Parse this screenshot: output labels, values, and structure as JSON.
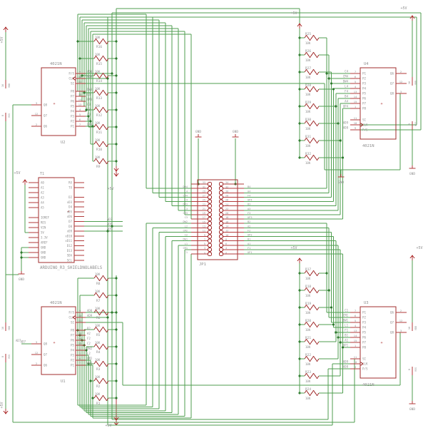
{
  "colors": {
    "wire": "#4f9e4f",
    "junction": "#2f7a2f",
    "part": "#a02c2c",
    "pin": "#b23a3a",
    "label": "#8f8f8f",
    "background": "#ffffff"
  },
  "power": {
    "plus5v": "+5V",
    "gnd": "GND",
    "vdd": "VDD",
    "vss": "VSS",
    "pin16": "16",
    "pin8": "8"
  },
  "ladder_top": {
    "value": "10K",
    "names": [
      "R16",
      "R15",
      "R14",
      "R13",
      "R12",
      "R11",
      "R10",
      "R9"
    ]
  },
  "ladder_bottom": {
    "value": "10K",
    "names": [
      "R8",
      "R7",
      "R6",
      "R5",
      "R4",
      "R3",
      "R2",
      "R1"
    ]
  },
  "bank_top": {
    "value": "10K",
    "names": [
      "R25",
      "R26",
      "R27",
      "R28",
      "R29",
      "R30",
      "R31",
      "R32"
    ]
  },
  "bank_bottom": {
    "value": "10K",
    "names": [
      "R17",
      "R18",
      "R19",
      "R20",
      "R21",
      "R22",
      "R23",
      "R24"
    ]
  },
  "ic_u2": {
    "name": "U2",
    "value": "4021N",
    "pins_right": [
      {
        "n": "9",
        "l": "P/S",
        "net": "AD8"
      },
      {
        "n": "10",
        "l": "CLK",
        "net": "AD9"
      },
      {
        "n": "11",
        "l": "SI",
        "net": ""
      },
      {
        "n": "1",
        "l": "P8",
        "net": "DW3"
      },
      {
        "n": "15",
        "l": "P7",
        "net": "L3"
      },
      {
        "n": "14",
        "l": "P6",
        "net": "CM3"
      },
      {
        "n": "13",
        "l": "P5",
        "net": "C3"
      },
      {
        "n": "4",
        "l": "P4",
        "net": "B3"
      },
      {
        "n": "5",
        "l": "P3",
        "net": "A3"
      },
      {
        "n": "6",
        "l": "P2",
        "net": "F3"
      },
      {
        "n": "7",
        "l": "P1",
        "net": "UP3"
      }
    ],
    "pins_left": [
      {
        "n": "3",
        "l": "Q8",
        "net": ""
      },
      {
        "n": "12",
        "l": "Q7",
        "net": ""
      },
      {
        "n": "2",
        "l": "Q6",
        "net": ""
      }
    ]
  },
  "ic_u1": {
    "name": "U1",
    "value": "4021N",
    "pins_right": [
      {
        "n": "9",
        "l": "P/S",
        "net": "AD8"
      },
      {
        "n": "10",
        "l": "CLK",
        "net": "AD9"
      },
      {
        "n": "11",
        "l": "SI",
        "net": ""
      },
      {
        "n": "1",
        "l": "P8",
        "net": "B2"
      },
      {
        "n": "15",
        "l": "P7",
        "net": "A2"
      },
      {
        "n": "14",
        "l": "P6",
        "net": "F2"
      },
      {
        "n": "13",
        "l": "P5",
        "net": "C2"
      },
      {
        "n": "4",
        "l": "P4",
        "net": "DW2"
      },
      {
        "n": "5",
        "l": "P3",
        "net": "L2"
      },
      {
        "n": "6",
        "l": "P2",
        "net": "CM2"
      },
      {
        "n": "7",
        "l": "P1",
        "net": "UP2"
      }
    ],
    "pins_left": [
      {
        "n": "3",
        "l": "Q8",
        "net": "AD7"
      },
      {
        "n": "12",
        "l": "Q7",
        "net": ""
      },
      {
        "n": "2",
        "l": "Q6",
        "net": ""
      }
    ]
  },
  "ic_u4": {
    "name": "U4",
    "value": "4021N",
    "pins_left": [
      {
        "n": "7",
        "l": "P1",
        "net": "C4"
      },
      {
        "n": "6",
        "l": "P2",
        "net": "CM4"
      },
      {
        "n": "5",
        "l": "P3",
        "net": "DW4"
      },
      {
        "n": "4",
        "l": "P4",
        "net": "L4"
      },
      {
        "n": "13",
        "l": "P5",
        "net": "F4"
      },
      {
        "n": "14",
        "l": "P6",
        "net": "B4"
      },
      {
        "n": "15",
        "l": "P7",
        "net": "A4"
      },
      {
        "n": "1",
        "l": "P8",
        "net": "UP4"
      },
      {
        "n": "11",
        "l": "SI",
        "net": ""
      },
      {
        "n": "10",
        "l": "CLK",
        "net": "AD9"
      },
      {
        "n": "9",
        "l": "P/S",
        "net": "AD8"
      }
    ],
    "pins_right": [
      {
        "n": "2",
        "l": "Q6",
        "net": ""
      },
      {
        "n": "12",
        "l": "Q7",
        "net": ""
      },
      {
        "n": "3",
        "l": "Q8",
        "net": ""
      }
    ]
  },
  "ic_u3": {
    "name": "U3",
    "value": "4021N",
    "pins_left": [
      {
        "n": "7",
        "l": "P1",
        "net": "C1"
      },
      {
        "n": "6",
        "l": "P2",
        "net": "CM1"
      },
      {
        "n": "5",
        "l": "P3",
        "net": "DW1"
      },
      {
        "n": "4",
        "l": "P4",
        "net": "L1"
      },
      {
        "n": "13",
        "l": "P5",
        "net": "F1"
      },
      {
        "n": "14",
        "l": "P6",
        "net": "B1"
      },
      {
        "n": "15",
        "l": "P7",
        "net": "A1"
      },
      {
        "n": "1",
        "l": "P8",
        "net": "UP1"
      },
      {
        "n": "11",
        "l": "SI",
        "net": ""
      },
      {
        "n": "10",
        "l": "CLK",
        "net": "AD9"
      },
      {
        "n": "9",
        "l": "P/S",
        "net": "AD8"
      }
    ],
    "pins_right": [
      {
        "n": "2",
        "l": "Q6",
        "net": ""
      },
      {
        "n": "12",
        "l": "Q7",
        "net": ""
      },
      {
        "n": "3",
        "l": "Q8",
        "net": ""
      }
    ]
  },
  "arduino": {
    "name": "T1",
    "value": "ARDUINO_R3_SHIELDNOLABELS",
    "left_pins": [
      "A0",
      "A1",
      "A2",
      "A3",
      "A4",
      "A5",
      "",
      "IOREF",
      "RES",
      "VIN",
      "5V",
      "3.3V",
      "AREF",
      "GND",
      "GND",
      "GND"
    ],
    "right_pins": [
      "RX",
      "TX",
      "",
      "D2",
      "xD3",
      "D4",
      "xD5",
      "xD6",
      "D7",
      "D8",
      "xD9",
      "xD10",
      "xD11",
      "D12",
      "D13",
      "SDA",
      "SCL"
    ],
    "right_nets": [
      "",
      "",
      "",
      "",
      "",
      "",
      "",
      "",
      "AD7",
      "AD8",
      "AD9",
      "",
      "",
      "",
      "",
      "",
      ""
    ]
  },
  "jp1": {
    "name": "JP1",
    "left_nums": [
      "33",
      "31",
      "29",
      "27",
      "25",
      "23",
      "21",
      "19",
      "17",
      "15",
      "13",
      "11",
      "9",
      "7",
      "5",
      "3",
      "1"
    ],
    "right_nums": [
      "34",
      "32",
      "30",
      "28",
      "26",
      "24",
      "22",
      "20",
      "18",
      "16",
      "14",
      "12",
      "10",
      "8",
      "6",
      "4",
      "2"
    ],
    "left_labels": [
      "",
      "DW4",
      "L4",
      "CM4",
      "C4",
      "DW3",
      "L3",
      "CM3",
      "C3",
      "DW2",
      "L2",
      "CM2",
      "C2",
      "DW1",
      "L1",
      "CM1",
      "C1"
    ],
    "right_labels": [
      "",
      "B4",
      "A4",
      "F4",
      "UP4",
      "B3",
      "A3",
      "F3",
      "UP3",
      "B2",
      "A2",
      "F2",
      "UP2",
      "B1",
      "A1",
      "F1",
      "UP1"
    ]
  }
}
